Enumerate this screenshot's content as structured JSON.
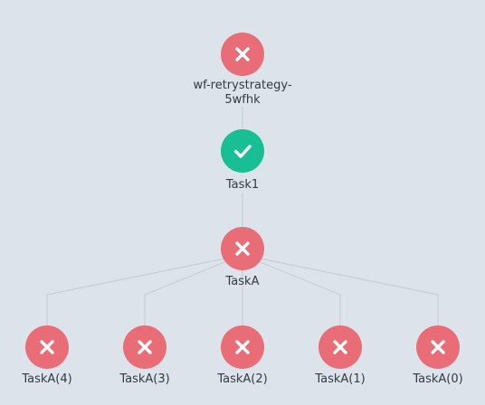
{
  "colors": {
    "background": "#dde3ea",
    "failed": "#e96d76",
    "succeeded": "#18be94",
    "edge": "#c7ced7",
    "label": "#333a44"
  },
  "graph": {
    "root": {
      "label_line1": "wf-retrystrategy-",
      "label_line2": "5wfhk",
      "status": "failed",
      "icon": "close-icon"
    },
    "task1": {
      "label": "Task1",
      "status": "succeeded",
      "icon": "check-icon"
    },
    "taskA": {
      "label": "TaskA",
      "status": "failed",
      "icon": "close-icon"
    },
    "retries": [
      {
        "label": "TaskA(4)",
        "status": "failed",
        "icon": "close-icon"
      },
      {
        "label": "TaskA(3)",
        "status": "failed",
        "icon": "close-icon"
      },
      {
        "label": "TaskA(2)",
        "status": "failed",
        "icon": "close-icon"
      },
      {
        "label": "TaskA(1)",
        "status": "failed",
        "icon": "close-icon"
      },
      {
        "label": "TaskA(0)",
        "status": "failed",
        "icon": "close-icon"
      }
    ]
  }
}
